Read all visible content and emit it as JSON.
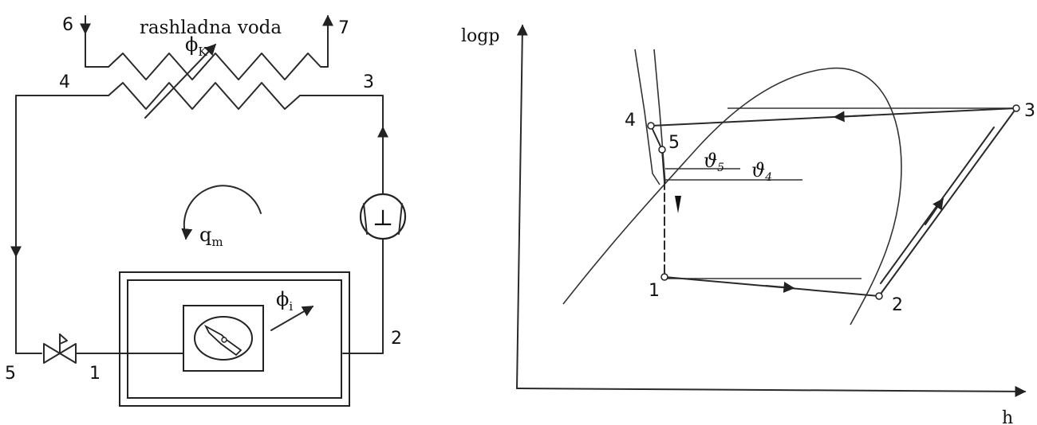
{
  "schematic": {
    "cooling_water_label": "rashladna voda",
    "condenser_heat_symbol": "ϕ",
    "condenser_heat_subscript": "K",
    "evaporator_heat_symbol": "ϕ",
    "evaporator_heat_subscript": "i",
    "mass_flow_symbol": "q",
    "mass_flow_subscript": "m",
    "compressor_symbol": "⊥",
    "node_labels": {
      "n1": "1",
      "n2": "2",
      "n3": "3",
      "n4": "4",
      "n5": "5",
      "n6": "6",
      "n7": "7"
    }
  },
  "diagram": {
    "y_axis_label": "logp",
    "x_axis_label": "h",
    "point_labels": {
      "p1": "1",
      "p2": "2",
      "p3": "3",
      "p4": "4",
      "p5": "5"
    },
    "temp_symbol": "ϑ",
    "temp5_subscript": "5",
    "temp4_subscript": "4"
  }
}
